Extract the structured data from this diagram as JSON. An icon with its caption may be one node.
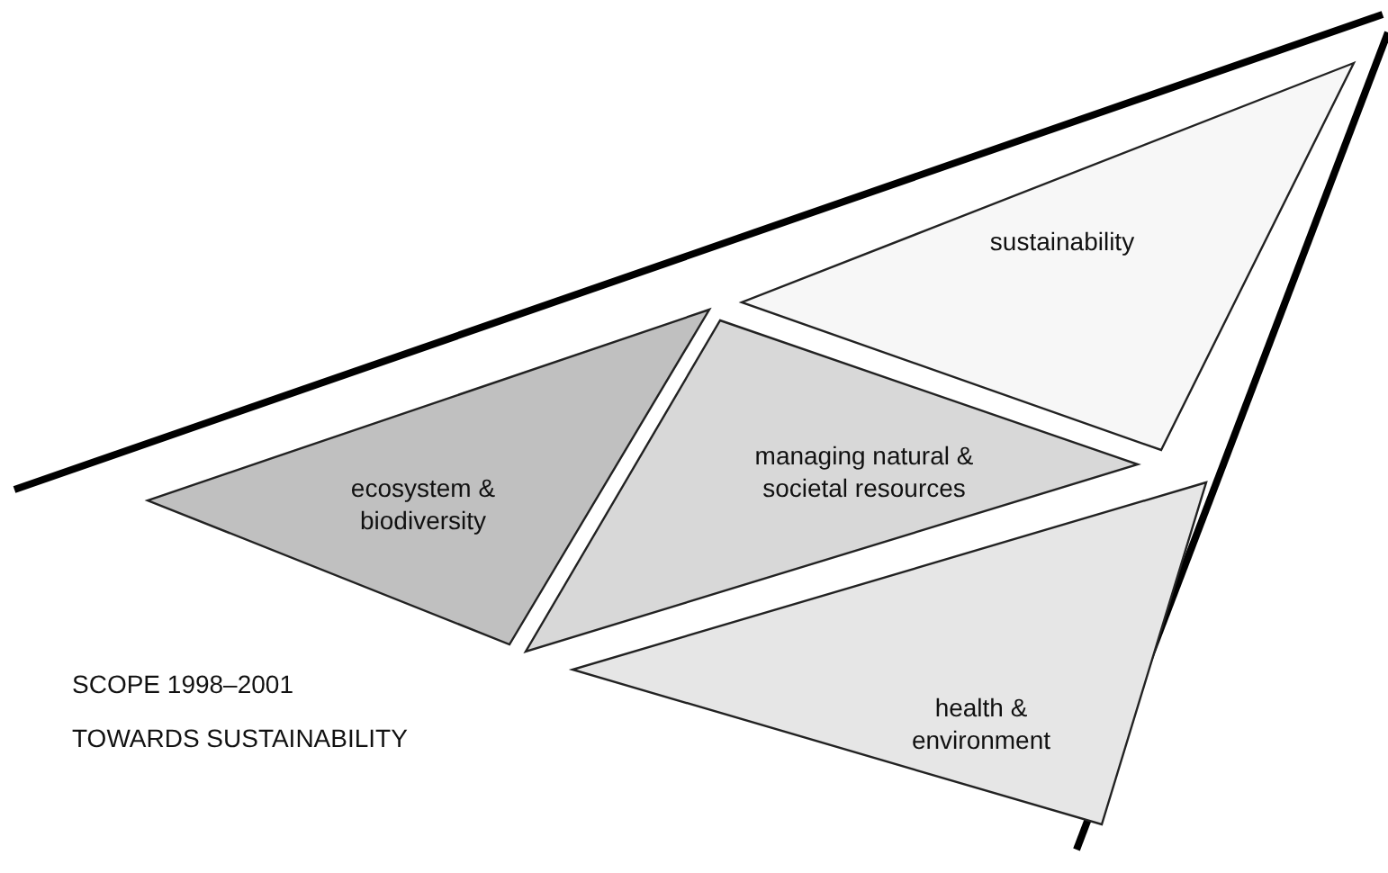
{
  "diagram": {
    "nodes": [
      {
        "text": [
          "sustainability"
        ]
      },
      {
        "text": [
          "ecosystem & biodiversity"
        ]
      },
      {
        "text": [
          "managing natural & societal resources"
        ]
      },
      {
        "text": [
          "health & environment"
        ]
      }
    ],
    "labels": [
      "SCOPE 1998–2001",
      "TOWARDS SUSTAINABILITY"
    ]
  }
}
